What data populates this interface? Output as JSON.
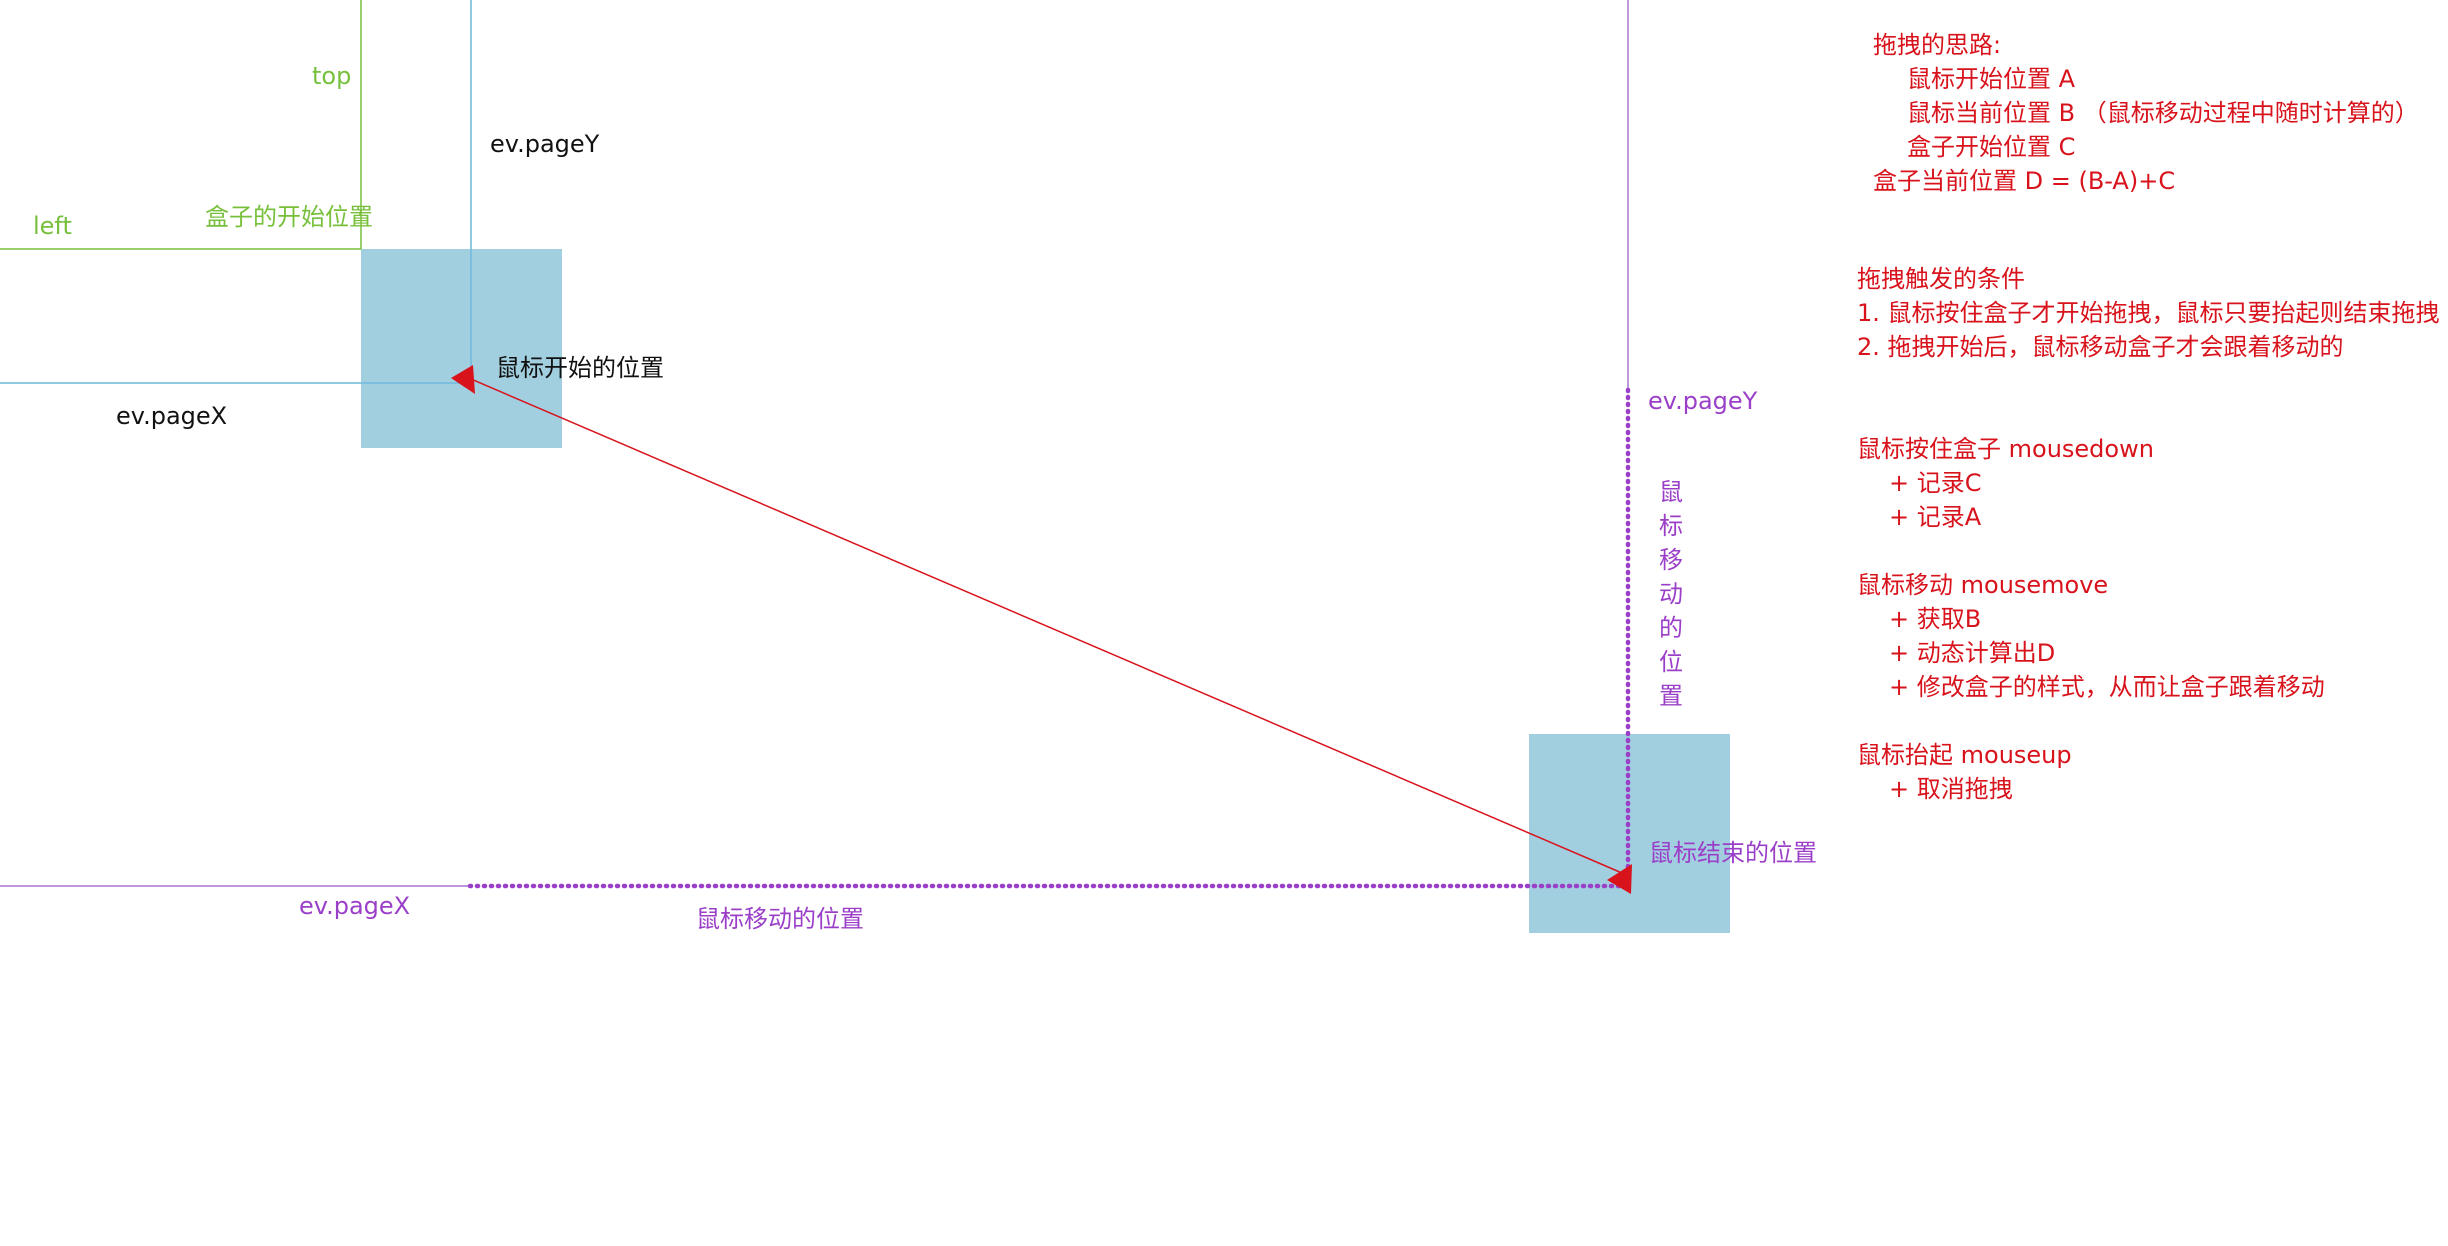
{
  "labels": {
    "top": "top",
    "left": "left",
    "box_start_position": "盒子的开始位置",
    "start_pageY": "ev.pageY",
    "start_pageX": "ev.pageX",
    "mouse_start_position": "鼠标开始的位置",
    "end_pageY": "ev.pageY",
    "end_pageX": "ev.pageX",
    "mouse_move_position_h": "鼠标移动的位置",
    "mouse_move_position_v": [
      "鼠",
      "标",
      "移",
      "动",
      "的",
      "位",
      "置"
    ],
    "mouse_end_position": "鼠标结束的位置"
  },
  "idea": {
    "title": "拖拽的思路:",
    "line_a": "鼠标开始位置 A",
    "line_b": "鼠标当前位置 B （鼠标移动过程中随时计算的）",
    "line_c": "盒子开始位置 C",
    "line_d": "盒子当前位置 D = (B-A)+C"
  },
  "notes": {
    "conditions_title": "拖拽触发的条件",
    "condition_1": "1. 鼠标按住盒子才开始拖拽，鼠标只要抬起则结束拖拽",
    "condition_2": "2. 拖拽开始后，鼠标移动盒子才会跟着移动的",
    "mousedown_title": "鼠标按住盒子   mousedown",
    "mousedown_1": "+ 记录C",
    "mousedown_2": "+ 记录A",
    "mousemove_title": "鼠标移动 mousemove",
    "mousemove_1": "+ 获取B",
    "mousemove_2": "+ 动态计算出D",
    "mousemove_3": "+ 修改盒子的样式，从而让盒子跟着移动",
    "mouseup_title": "鼠标抬起 mouseup",
    "mouseup_1": "+ 取消拖拽"
  },
  "colors": {
    "box": "#a2cfe0",
    "green": "#78c03c",
    "blue_line": "#6fb8dc",
    "purple": "#9b3fc8",
    "red": "#d8131c"
  }
}
